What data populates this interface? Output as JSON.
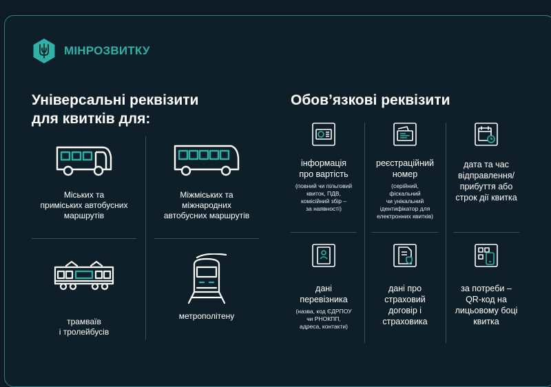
{
  "brand": {
    "name": "МІНРОЗВИТКУ"
  },
  "colors": {
    "accent": "#2fb1a6",
    "background": "#0f1f29",
    "border": "#2f7f86",
    "divider": "#3d4f58"
  },
  "left": {
    "title_line1": "Універсальні реквізити",
    "title_line2": "для квитків для:",
    "items": [
      {
        "icon": "city-bus-icon",
        "label_lines": [
          "Міських та",
          "приміських автобусних",
          "маршрутів"
        ]
      },
      {
        "icon": "intercity-bus-icon",
        "label_lines": [
          "Міжміських та",
          "міжнародних",
          "автобусних маршрутів"
        ]
      },
      {
        "icon": "tram-icon",
        "label_lines": [
          "трамваїв",
          "і тролейбусів"
        ]
      },
      {
        "icon": "metro-train-icon",
        "label_lines": [
          "метрополітену"
        ]
      }
    ]
  },
  "right": {
    "title": "Обов’язкові реквізити",
    "items": [
      {
        "icon": "price-ticket-icon",
        "label_lines": [
          "інформація",
          "про вартість"
        ],
        "note_lines": [
          "(повний чи пільговий",
          "квиток, ПДВ,",
          "комісійний збір –",
          "за наявності)"
        ]
      },
      {
        "icon": "registration-ticket-icon",
        "label_lines": [
          "реєстраційний",
          "номер"
        ],
        "note_lines": [
          "(серійний,",
          "фіскальний",
          "чи унікальний",
          "ідентифікатор для",
          "електронних квитків)"
        ]
      },
      {
        "icon": "calendar-clock-icon",
        "label_lines": [
          "дата та час",
          "відправлення/",
          "прибуття або",
          "строк дії квитка"
        ],
        "note_lines": []
      },
      {
        "icon": "carrier-document-icon",
        "label_lines": [
          "дані",
          "перевізника"
        ],
        "note_lines": [
          "(назва, код ЄДРПОУ",
          "чи РНОКПП,",
          "адреса, контакти)"
        ]
      },
      {
        "icon": "insurance-document-icon",
        "label_lines": [
          "дані про",
          "страховий",
          "договір і",
          "страховика"
        ],
        "note_lines": []
      },
      {
        "icon": "qr-code-phone-icon",
        "label_lines": [
          "за потреби –",
          "QR-код на",
          "лицьовому боці",
          "квитка"
        ],
        "note_lines": []
      }
    ]
  }
}
